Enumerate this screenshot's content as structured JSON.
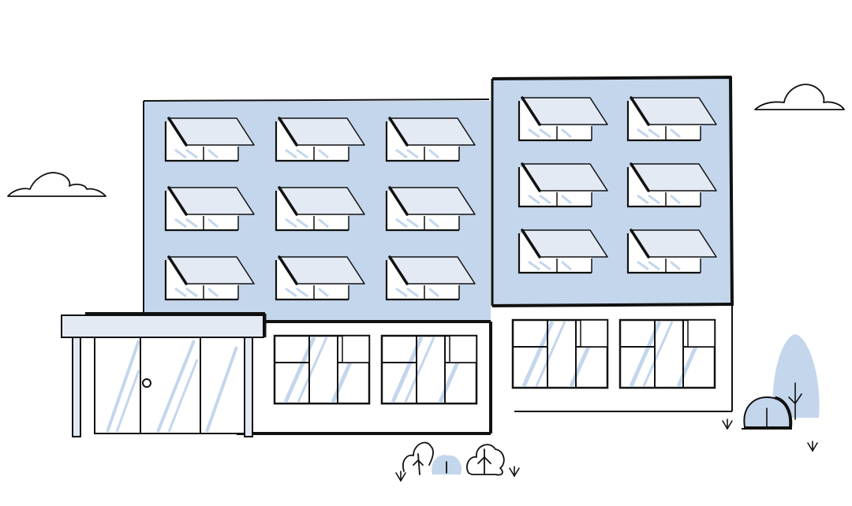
{
  "colors": {
    "background": "#ffffff",
    "facade": "#c3d6ec",
    "awning": "#e3eaf4",
    "glass_stroke": "#c3d6ec",
    "line": "#111111"
  },
  "icons": {
    "cloud": "cloud-icon",
    "tree": "tree-icon",
    "bush": "bush-icon",
    "grass": "grass-tuft-icon"
  },
  "building": {
    "left_block_window_rows": 3,
    "left_block_window_cols": 3,
    "right_block_window_rows": 3,
    "right_block_window_cols": 2,
    "ground_floor_windows": 4,
    "entrance_door_panels": 3
  }
}
